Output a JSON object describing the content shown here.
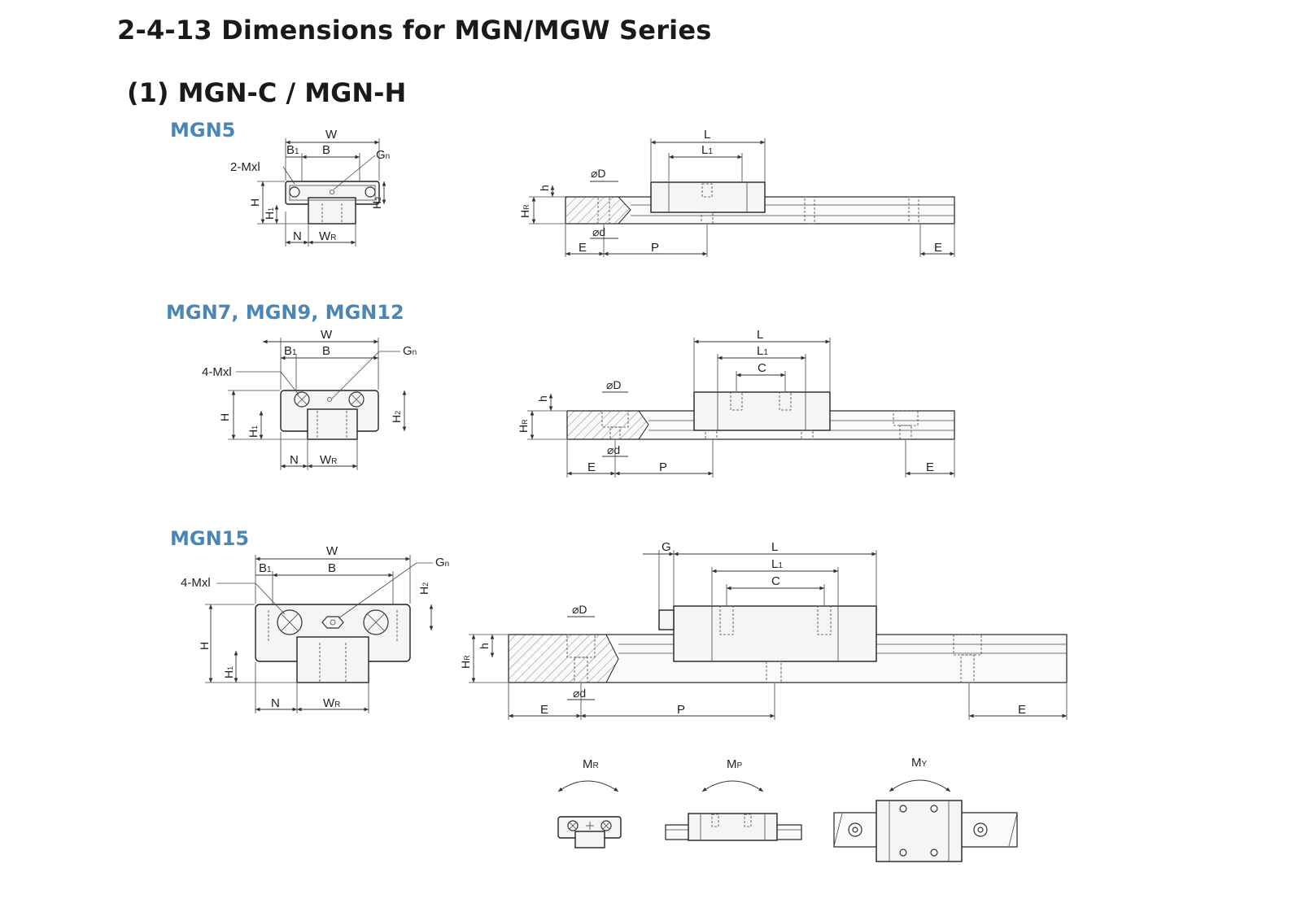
{
  "heading": "2-4-13  Dimensions for  MGN/MGW Series",
  "subheading": "(1) MGN-C / MGN-H",
  "groups": {
    "mgn5": "MGN5",
    "mgn7_12": "MGN7, MGN9, MGN12",
    "mgn15": "MGN15"
  },
  "labels": {
    "W": "W",
    "B": "B",
    "B1": "B",
    "B1_sub": "1",
    "Gn": "G",
    "Gn_sub": "n",
    "M2": "2-Mxl",
    "M4": "4-Mxl",
    "H": "H",
    "H1": "H",
    "H1_sub": "1",
    "H2": "H",
    "H2_sub": "2",
    "N": "N",
    "WR": "W",
    "WR_sub": "R",
    "L": "L",
    "L1": "L",
    "L1_sub": "1",
    "C": "C",
    "G": "G",
    "phiD": "⌀D",
    "phid": "⌀d",
    "h": "h",
    "HR": "H",
    "HR_sub": "R",
    "E": "E",
    "P": "P"
  },
  "moments": {
    "MR": "M",
    "MR_sub": "R",
    "MP": "M",
    "MP_sub": "P",
    "MY": "M",
    "MY_sub": "Y"
  }
}
